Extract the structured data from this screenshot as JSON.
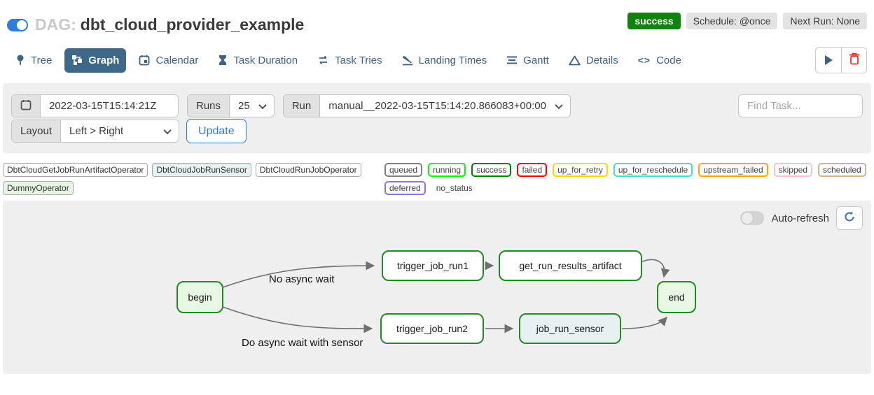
{
  "header": {
    "dag_prefix": "DAG:",
    "dag_title": "dbt_cloud_provider_example",
    "status_badge": "success",
    "schedule_badge": "Schedule: @once",
    "next_run_badge": "Next Run: None"
  },
  "tabs": [
    {
      "label": "Tree",
      "icon": "pin-icon"
    },
    {
      "label": "Graph",
      "icon": "graph-icon",
      "active": true
    },
    {
      "label": "Calendar",
      "icon": "calendar-icon"
    },
    {
      "label": "Task Duration",
      "icon": "hourglass-icon"
    },
    {
      "label": "Task Tries",
      "icon": "repeat-icon"
    },
    {
      "label": "Landing Times",
      "icon": "plane-landing-icon"
    },
    {
      "label": "Gantt",
      "icon": "gantt-icon"
    },
    {
      "label": "Details",
      "icon": "triangle-icon"
    },
    {
      "label": "Code",
      "icon": "code-icon"
    }
  ],
  "filter": {
    "date_value": "2022-03-15T15:14:21Z",
    "runs_label": "Runs",
    "runs_value": "25",
    "run_label": "Run",
    "run_value": "manual__2022-03-15T15:14:20.866083+00:00",
    "find_task_placeholder": "Find Task...",
    "layout_label": "Layout",
    "layout_value": "Left > Right",
    "update_label": "Update"
  },
  "legend": {
    "operators": [
      {
        "label": "DbtCloudGetJobRunArtifactOperator",
        "fill": "#ffffff"
      },
      {
        "label": "DbtCloudJobRunSensor",
        "fill": "#e6f1f2"
      },
      {
        "label": "DbtCloudRunJobOperator",
        "fill": "#ffffff"
      },
      {
        "label": "DummyOperator",
        "fill": "#e8f7e4"
      }
    ],
    "statuses": [
      {
        "label": "queued",
        "border": "#808080"
      },
      {
        "label": "running",
        "border": "#00ff00"
      },
      {
        "label": "success",
        "border": "#008000"
      },
      {
        "label": "failed",
        "border": "#ff0000"
      },
      {
        "label": "up_for_retry",
        "border": "#ffd700"
      },
      {
        "label": "up_for_reschedule",
        "border": "#40e0d0"
      },
      {
        "label": "upstream_failed",
        "border": "#ffa500"
      },
      {
        "label": "skipped",
        "border": "#ffc0cb"
      },
      {
        "label": "scheduled",
        "border": "#d2b48c"
      },
      {
        "label": "deferred",
        "border": "#9370db"
      },
      {
        "label": "no_status",
        "border": "none"
      }
    ]
  },
  "graph": {
    "autorefresh_label": "Auto-refresh",
    "node_border_color": "#228b22",
    "edge_color": "#6f6f6f",
    "nodes": [
      {
        "id": "begin",
        "label": "begin",
        "fill": "#e8f7e4",
        "state": "success"
      },
      {
        "id": "trigger_job_run1",
        "label": "trigger_job_run1",
        "fill": "#ffffff",
        "state": "success"
      },
      {
        "id": "get_run_results_artifact",
        "label": "get_run_results_artifact",
        "fill": "#ffffff",
        "state": "success"
      },
      {
        "id": "trigger_job_run2",
        "label": "trigger_job_run2",
        "fill": "#ffffff",
        "state": "success"
      },
      {
        "id": "job_run_sensor",
        "label": "job_run_sensor",
        "fill": "#e6f1f2",
        "state": "success"
      },
      {
        "id": "end",
        "label": "end",
        "fill": "#e8f7e4",
        "state": "success"
      }
    ],
    "edge_labels": [
      {
        "text": "No async wait"
      },
      {
        "text": "Do async wait with sensor"
      }
    ]
  },
  "colors": {
    "accent_blue": "#2a7de1",
    "tab_active_bg": "#3d6889",
    "success_badge": "#0e8310",
    "trash_red": "#e4392a",
    "panel_gray": "#efefef"
  }
}
